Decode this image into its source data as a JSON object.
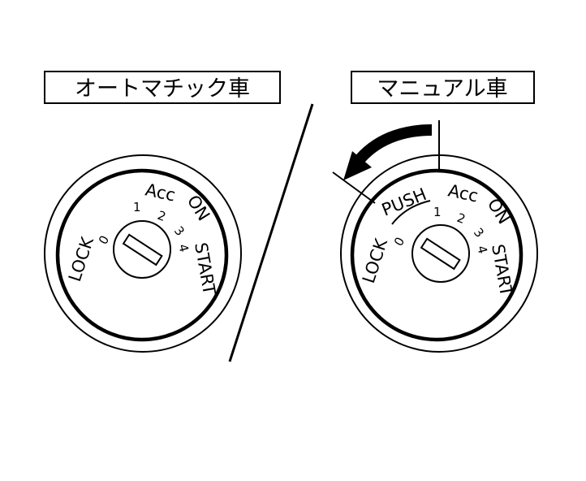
{
  "automatic": {
    "title": "オートマチック車",
    "labels": {
      "lock": "LOCK",
      "acc": "Acc",
      "on": "ON",
      "start": "START"
    },
    "positions": [
      "0",
      "1",
      "2",
      "3",
      "4"
    ]
  },
  "manual": {
    "title": "マニュアル車",
    "labels": {
      "lock": "LOCK",
      "push": "PUSH",
      "acc": "Acc",
      "on": "ON",
      "start": "START"
    },
    "positions": [
      "0",
      "1",
      "2",
      "3",
      "4"
    ]
  }
}
